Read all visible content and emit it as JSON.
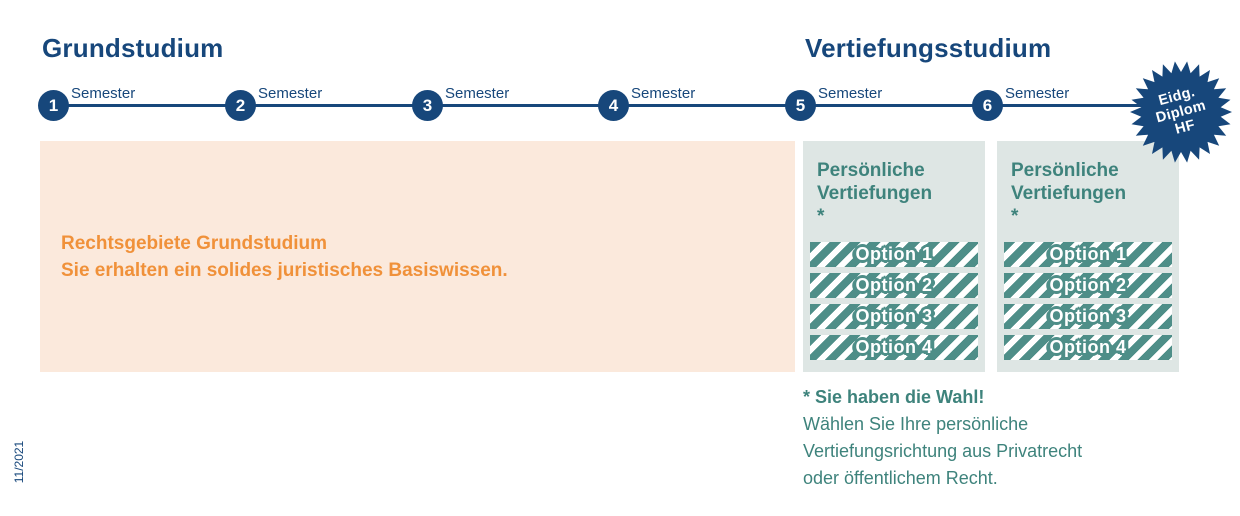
{
  "colors": {
    "navy": "#17477b",
    "orange": "#f0913a",
    "peach_bg": "#fbe9dc",
    "teal_text": "#3e837c",
    "teal_bar": "#4e8e88",
    "box_bg": "#dee6e4",
    "white": "#ffffff"
  },
  "header": {
    "grundstudium_title": "Grundstudium",
    "vertiefungsstudium_title": "Vertiefungsstudium"
  },
  "timeline": {
    "markers": [
      {
        "number": "1",
        "label": "Semester"
      },
      {
        "number": "2",
        "label": "Semester"
      },
      {
        "number": "3",
        "label": "Semester"
      },
      {
        "number": "4",
        "label": "Semester"
      },
      {
        "number": "5",
        "label": "Semester"
      },
      {
        "number": "6",
        "label": "Semester"
      }
    ],
    "badge": {
      "lines": [
        "Eidg.",
        "Diplom",
        "HF"
      ]
    }
  },
  "grundstudium_box": {
    "line1": "Rechtsgebiete Grundstudium",
    "line2": "Sie erhalten ein solides juristisches Basiswissen."
  },
  "vertiefung_boxes": [
    {
      "title": "Persönliche Vertiefungen",
      "asterisk": "*",
      "options": [
        "Option 1",
        "Option 2",
        "Option 3",
        "Option 4"
      ]
    },
    {
      "title": "Persönliche Vertiefungen",
      "asterisk": "*",
      "options": [
        "Option 1",
        "Option 2",
        "Option 3",
        "Option 4"
      ]
    }
  ],
  "footnote": {
    "headline": "* Sie haben die Wahl!",
    "line1": "Wählen Sie Ihre persönliche",
    "line2": "Vertiefungsrichtung aus Privatrecht",
    "line3": "oder öffentlichem Recht."
  },
  "version_label": "11/2021"
}
